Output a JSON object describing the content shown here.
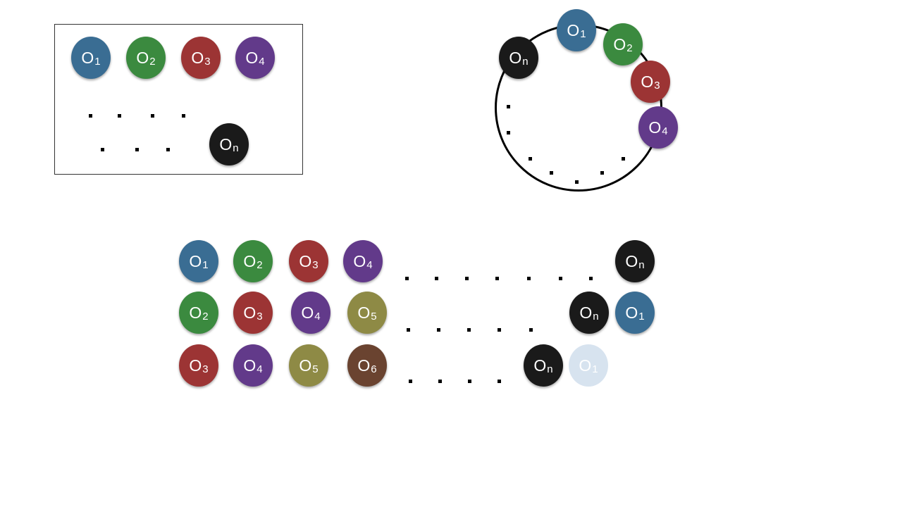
{
  "colors": {
    "o1": "#3a6d93",
    "o2": "#3b8a3f",
    "o3": "#9c3434",
    "o4": "#623a8a",
    "o5": "#8e8a45",
    "o6": "#6a4330",
    "on": "#1a1a1a",
    "o1_faded": "#d7e3ef"
  },
  "box_group": {
    "nodes": [
      {
        "id": "o1",
        "base": "O",
        "sub": "1"
      },
      {
        "id": "o2",
        "base": "O",
        "sub": "2"
      },
      {
        "id": "o3",
        "base": "O",
        "sub": "3"
      },
      {
        "id": "o4",
        "base": "O",
        "sub": "4"
      },
      {
        "id": "on",
        "base": "O",
        "sub": "n"
      }
    ]
  },
  "ring_group": {
    "nodes": [
      {
        "id": "on",
        "base": "O",
        "sub": "n"
      },
      {
        "id": "o1",
        "base": "O",
        "sub": "1"
      },
      {
        "id": "o2",
        "base": "O",
        "sub": "2"
      },
      {
        "id": "o3",
        "base": "O",
        "sub": "3"
      },
      {
        "id": "o4",
        "base": "O",
        "sub": "4"
      }
    ]
  },
  "rows": [
    {
      "nodes": [
        {
          "id": "o1",
          "base": "O",
          "sub": "1"
        },
        {
          "id": "o2",
          "base": "O",
          "sub": "2"
        },
        {
          "id": "o3",
          "base": "O",
          "sub": "3"
        },
        {
          "id": "o4",
          "base": "O",
          "sub": "4"
        },
        {
          "id": "on",
          "base": "O",
          "sub": "n"
        }
      ]
    },
    {
      "nodes": [
        {
          "id": "o2",
          "base": "O",
          "sub": "2"
        },
        {
          "id": "o3",
          "base": "O",
          "sub": "3"
        },
        {
          "id": "o4",
          "base": "O",
          "sub": "4"
        },
        {
          "id": "o5",
          "base": "O",
          "sub": "5"
        },
        {
          "id": "on",
          "base": "O",
          "sub": "n"
        },
        {
          "id": "o1",
          "base": "O",
          "sub": "1"
        }
      ]
    },
    {
      "nodes": [
        {
          "id": "o3",
          "base": "O",
          "sub": "3"
        },
        {
          "id": "o4",
          "base": "O",
          "sub": "4"
        },
        {
          "id": "o5",
          "base": "O",
          "sub": "5"
        },
        {
          "id": "o6",
          "base": "O",
          "sub": "6"
        },
        {
          "id": "on",
          "base": "O",
          "sub": "n"
        },
        {
          "id": "o1",
          "base": "O",
          "sub": "1",
          "faded": true
        }
      ]
    }
  ]
}
